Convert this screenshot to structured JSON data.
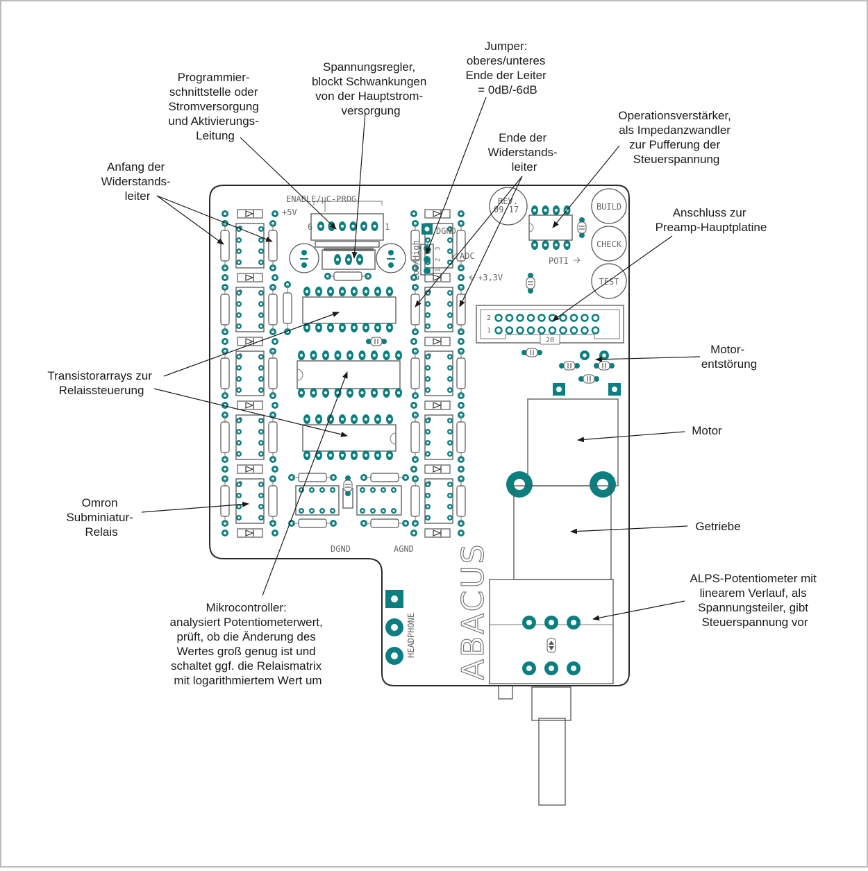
{
  "colors": {
    "pad": "#0b7f7f",
    "outline": "#555555",
    "board": "#ffffff",
    "text": "#1a1a1a"
  },
  "board": {
    "labels": {
      "enable": "ENABLE/µC-PROG",
      "plus5v": "+5V",
      "pin6": "6",
      "pin1": "1",
      "rev": "REV.",
      "rev_date": "09/17",
      "dgnd_top": "DGND",
      "low_high": "Low/High",
      "j1": "1",
      "j2": "2",
      "j3": "3",
      "adc": "ADC",
      "v33": "+3,3V",
      "poti": "POTI",
      "build": "BUILD",
      "check": "CHECK",
      "test": "TEST",
      "hdr_row2": "2",
      "hdr_row1": "1",
      "hdr_20": "20",
      "dgnd_bottom": "DGND",
      "agnd": "AGND",
      "headphone": "HEADPHONE",
      "brand": "ABACUS"
    }
  },
  "annotations": {
    "ladder_start": [
      "Anfang der",
      "Widerstands-",
      "leiter"
    ],
    "prog_iface": [
      "Programmier-",
      "schnittstelle oder",
      "Stromversorgung",
      "und Aktivierungs-",
      "Leitung"
    ],
    "regulator": [
      "Spannungsregler,",
      "blockt Schwankungen",
      "von der Hauptstrom-",
      "versorgung"
    ],
    "jumper": [
      "Jumper:",
      "oberes/unteres",
      "Ende der Leiter",
      "= 0dB/-6dB"
    ],
    "ladder_end": [
      "Ende der",
      "Widerstands-",
      "leiter"
    ],
    "opamp": [
      "Operationsverstärker,",
      "als Impedanzwandler",
      "zur Pufferung der",
      "Steuerspannung"
    ],
    "preamp": [
      "Anschluss zur",
      "Preamp-Hauptplatine"
    ],
    "motor_supp": [
      "Motor-",
      "entstörung"
    ],
    "motor": [
      "Motor"
    ],
    "gearbox": [
      "Getriebe"
    ],
    "alps": [
      "ALPS-Potentiometer mit",
      "linearem Verlauf, als",
      "Spannungsteiler, gibt",
      "Steuerspannung vor"
    ],
    "transistor": [
      "Transistorarrays zur",
      "Relaissteuerung"
    ],
    "relay": [
      "Omron",
      "Subminiatur-",
      "Relais"
    ],
    "mcu": [
      "Mikrocontroller:",
      "analysiert Potentiometerwert,",
      "prüft, ob die Änderung des",
      "Wertes groß genug ist und",
      "schaltet ggf. die Relaismatrix",
      "mit logarithmiertem Wert um"
    ]
  }
}
